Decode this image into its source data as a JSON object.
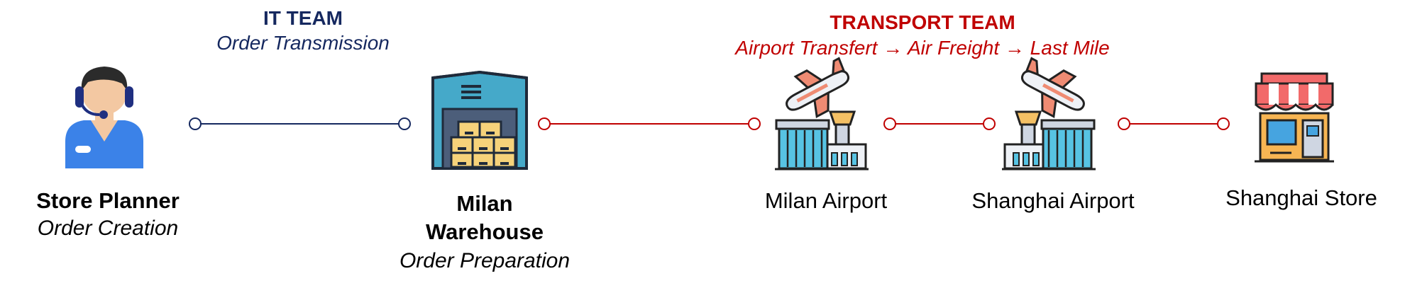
{
  "colors": {
    "it": "#15285f",
    "transport": "#c00000"
  },
  "it_team": {
    "title": "IT TEAM",
    "subtitle": "Order Transmission"
  },
  "transport_team": {
    "title": "TRANSPORT TEAM",
    "subtitle": "Airport Transfert →  Air Freight → Last Mile"
  },
  "nodes": {
    "planner": {
      "name": "Store Planner",
      "role": "Order Creation",
      "icon": "call-center-agent-icon"
    },
    "warehouse": {
      "name_line1": "Milan",
      "name_line2": "Warehouse",
      "role": "Order Preparation",
      "icon": "warehouse-icon"
    },
    "milan_airport": {
      "name": "Milan Airport",
      "icon": "airport-icon"
    },
    "shanghai_airport": {
      "name": "Shanghai Airport",
      "icon": "airport-icon"
    },
    "shanghai_store": {
      "name": "Shanghai Store",
      "icon": "store-icon"
    }
  }
}
